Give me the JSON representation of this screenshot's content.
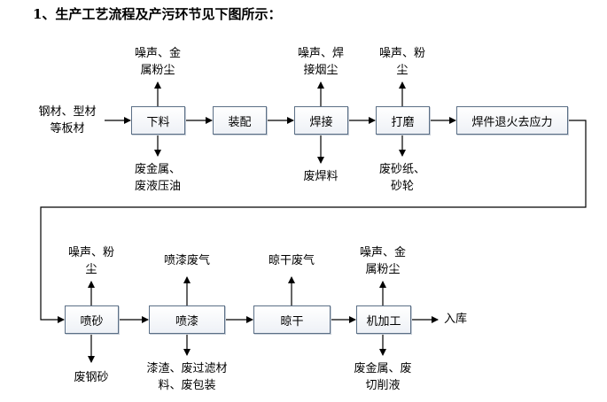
{
  "title": "1、生产工艺流程及产污环节见下图所示：",
  "diagram": {
    "row1": {
      "input_line1": "钢材、型材",
      "input_line2": "等板材",
      "steps": [
        {
          "label": "下料",
          "top_line1": "噪声、金",
          "top_line2": "属粉尘",
          "bottom_line1": "废金属、",
          "bottom_line2": "废液压油"
        },
        {
          "label": "装配"
        },
        {
          "label": "焊接",
          "top_line1": "噪声、焊",
          "top_line2": "接烟尘",
          "bottom_line1": "废焊料",
          "bottom_line2": ""
        },
        {
          "label": "打磨",
          "top_line1": "噪声、粉",
          "top_line2": "尘",
          "bottom_line1": "废砂纸、",
          "bottom_line2": "砂轮"
        },
        {
          "label": "焊件退火去应力"
        }
      ]
    },
    "row2": {
      "output": "入库",
      "steps": [
        {
          "label": "喷砂",
          "top_line1": "噪声、粉",
          "top_line2": "尘",
          "bottom_line1": "废钢砂",
          "bottom_line2": ""
        },
        {
          "label": "喷漆",
          "top_line1": "喷漆废气",
          "top_line2": "",
          "bottom_line1": "漆渣、废过滤材",
          "bottom_line2": "料、废包装"
        },
        {
          "label": "晾干",
          "top_line1": "晾干废气",
          "top_line2": ""
        },
        {
          "label": "机加工",
          "top_line1": "噪声、金",
          "top_line2": "属粉尘",
          "bottom_line1": "废金属、废",
          "bottom_line2": "切削液"
        }
      ]
    }
  }
}
